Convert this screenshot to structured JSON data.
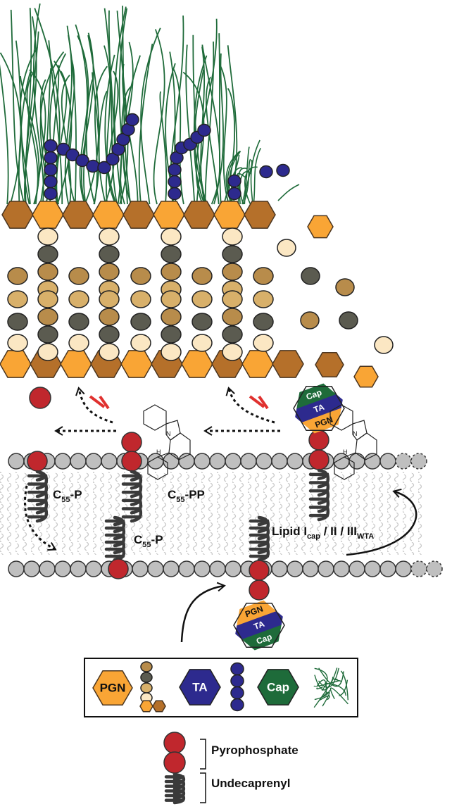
{
  "colors": {
    "pgn_light": "#f9a535",
    "pgn_dark": "#b5702a",
    "ta_blue": "#2d2a8e",
    "cap_green": "#1e6b3a",
    "fiber_green": "#1f6b3a",
    "phosphate_red": "#c0272d",
    "membrane_gray": "#bfbfbf",
    "lipid_dark": "#3a3a3a",
    "inhibit_red": "#e0312f",
    "bead_cream": "#fbe7c3",
    "bead_dark": "#5b5b50",
    "bead_tan": "#b88c4b",
    "bead_light_tan": "#d8b06a"
  },
  "labels": {
    "c55p_top": "C",
    "c55p_top_sub": "55",
    "c55p_top_suffix": "-P",
    "c55pp": "C",
    "c55pp_sub": "55",
    "c55pp_suffix": "-PP",
    "c55p_mid": "C",
    "c55p_mid_sub": "55",
    "c55p_mid_suffix": "-P",
    "lipid_main": "Lipid I",
    "lipid_sub1": "cap",
    "lipid_mid": " / II / III",
    "lipid_sub2": "WTA",
    "hex_cap": "Cap",
    "hex_ta": "TA",
    "hex_pgn": "PGN"
  },
  "legend": {
    "pgn": "PGN",
    "ta": "TA",
    "cap": "Cap",
    "pyrophosphate": "Pyrophosphate",
    "undecaprenyl": "Undecaprenyl"
  }
}
